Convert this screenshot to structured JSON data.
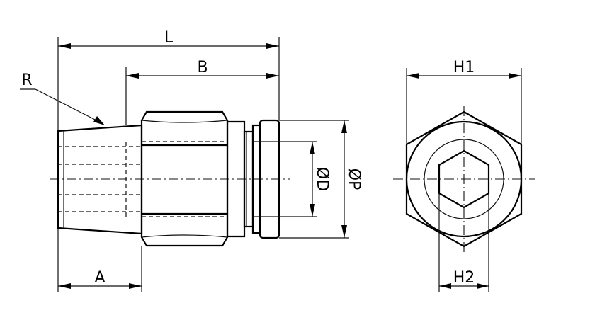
{
  "dimensions": {
    "L": "L",
    "B": "B",
    "A": "A",
    "R": "R",
    "D": "ØD",
    "P": "ØP",
    "H1": "H1",
    "H2": "H2"
  }
}
